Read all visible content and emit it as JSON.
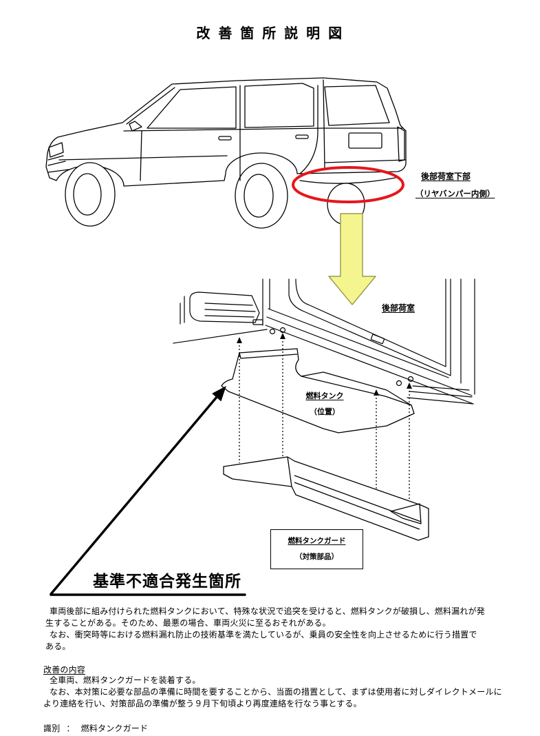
{
  "title": "改 善 箇 所 説 明 図",
  "callouts": {
    "rear_cargo_lower": "後部荷室下部",
    "rear_bumper_inside": "（リヤバンパー内側）",
    "rear_cargo": "後部荷室",
    "fuel_tank": "燃料タンク",
    "fuel_tank_position": "（位置）",
    "fuel_tank_guard": "燃料タンクガード",
    "countermeasure_part": "（対策部品）",
    "nonconformity_location": "基準不適合発生箇所"
  },
  "description": {
    "lines": [
      "車両後部に組み付けられた燃料タンクにおいて、特殊な状況で追突を受けると、燃料タンクが破損し、燃料漏れが発",
      "生することがある。そのため、最悪の場合、車両火災に至るおそれがある。",
      "なお、衝突時等における燃料漏れ防止の技術基準を満たしているが、乗員の安全性を向上させるために行う措置で",
      "ある。"
    ]
  },
  "improvement": {
    "heading": "改善の内容",
    "lines": [
      "全車両、燃料タンクガードを装着する。",
      "なお、本対策に必要な部品の準備に時間を要することから、当面の措置として、まずは使用者に対しダイレクトメールに",
      "より連絡を行い、対策部品の準備が整う９月下旬頃より再度連絡を行なう事とする。"
    ]
  },
  "identification": {
    "label": "識別",
    "separator": "：",
    "value": "燃料タンクガード"
  },
  "colors": {
    "highlight": "#e5161c",
    "arrow_fill": "#f5f58f",
    "arrow_outline": "#9c9c50",
    "line": "#000000"
  }
}
